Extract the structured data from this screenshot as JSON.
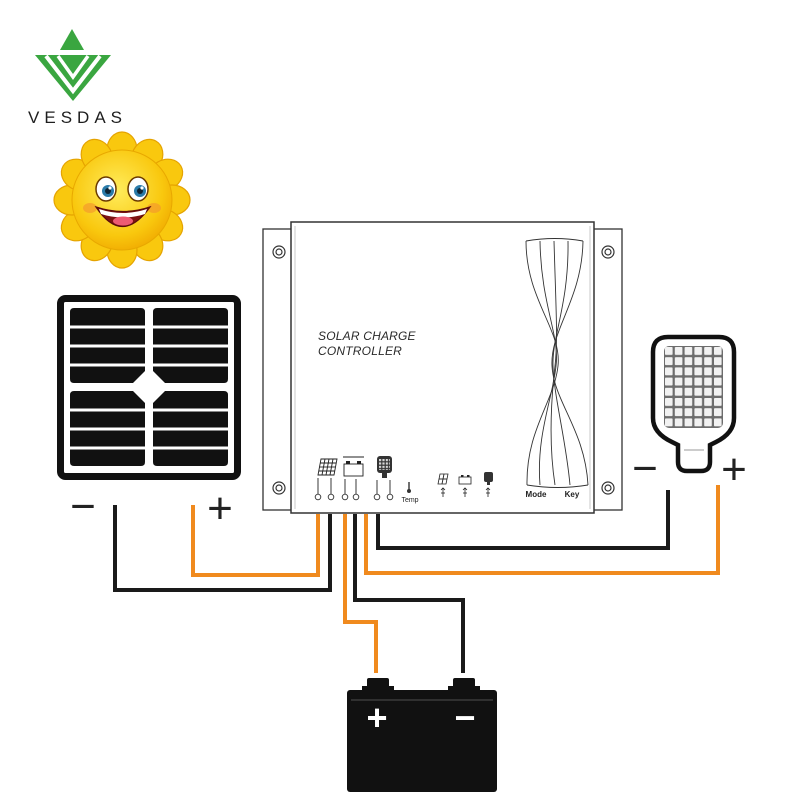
{
  "brand": {
    "logo_text": "VESDAS"
  },
  "solar_panel": {
    "negative_symbol": "−",
    "positive_symbol": "+"
  },
  "controller": {
    "title_line_1": "SOLAR CHARGE",
    "title_line_2": "CONTROLLER",
    "temp_label": "Temp",
    "mode_label": "Mode",
    "key_label": "Key"
  },
  "lamp": {
    "negative_symbol": "−",
    "positive_symbol": "+"
  },
  "battery": {
    "positive_symbol": "+",
    "negative_symbol": "−"
  },
  "colors": {
    "positive_wire": "#f08a1e",
    "negative_wire": "#1a1a1a",
    "logo_green": "#3aa640",
    "sun_yellow": "#f9c80e"
  },
  "icons": [
    "vesdas-logo-icon",
    "smiling-sun-icon",
    "solar-panel-icon",
    "charge-controller-icon",
    "street-lamp-icon",
    "battery-icon",
    "thermometer-icon"
  ]
}
